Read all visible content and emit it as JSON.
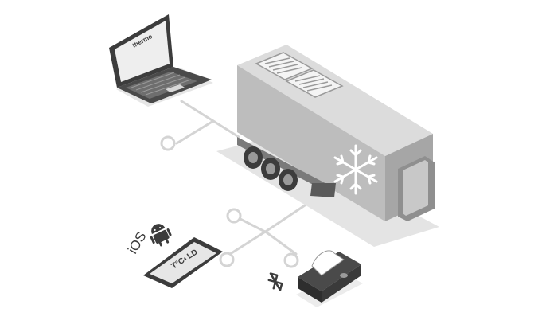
{
  "laptop": {
    "screen_logo": "thermo",
    "screen_logo_prefix": "◢"
  },
  "phone": {
    "screen_text": "T°C◐LD"
  },
  "platforms": {
    "ios_label": "iOS"
  },
  "icons": {
    "android": "android-icon",
    "bluetooth": "bluetooth-icon",
    "snowflake": "snowflake-icon"
  },
  "colors": {
    "trailer_top": "#dcdcdc",
    "trailer_side": "#bdbdbd",
    "trailer_front": "#a6a6a6",
    "line": "#d0d0d0",
    "dark": "#3c3c3c"
  }
}
